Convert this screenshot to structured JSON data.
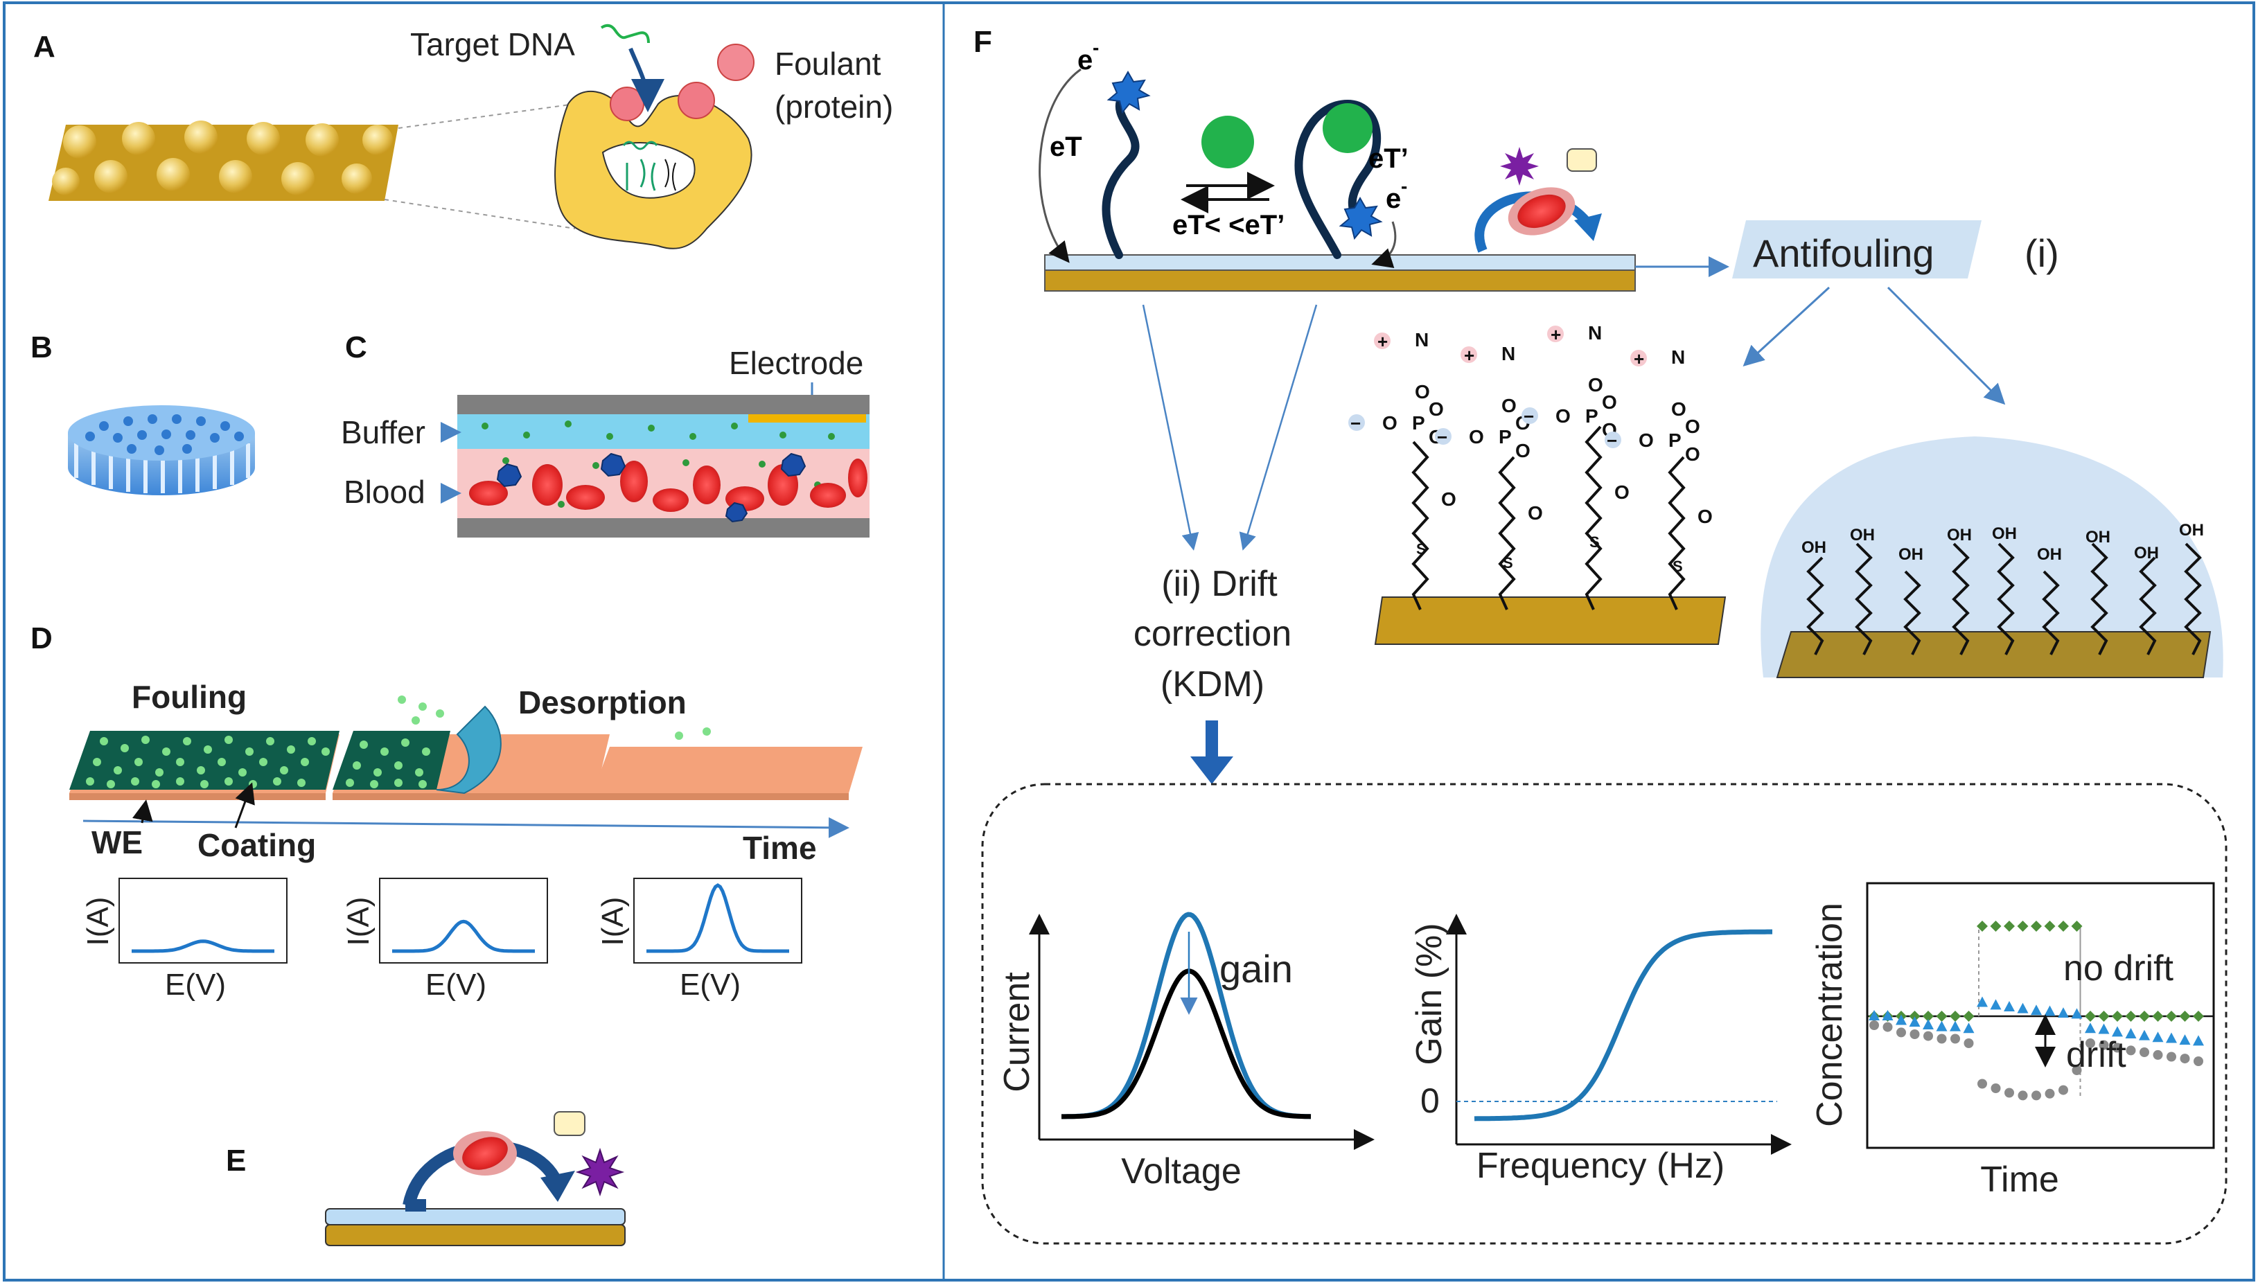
{
  "panels": {
    "A": {
      "letter": "A",
      "target_dna": "Target DNA",
      "foulant_line1": "Foulant",
      "foulant_line2": "(protein)"
    },
    "B": {
      "letter": "B"
    },
    "C": {
      "letter": "C",
      "electrode": "Electrode",
      "buffer": "Buffer",
      "blood": "Blood"
    },
    "D": {
      "letter": "D",
      "fouling": "Fouling",
      "desorption": "Desorption",
      "we": "WE",
      "coating": "Coating",
      "time": "Time",
      "ylabel": "I(A)",
      "xlabel": "E(V)",
      "peak_levels": [
        0.15,
        0.45,
        1.0
      ]
    },
    "E": {
      "letter": "E"
    },
    "F": {
      "letter": "F",
      "e_minus": "e",
      "superscript_minus": "-",
      "eT": "eT",
      "eT_prime": "eT’",
      "eT_relation": "eT< <eT’",
      "antifouling": "Antifouling",
      "antifouling_tag": "(i)",
      "drift_line1": "(ii) Drift",
      "drift_line2": "correction",
      "drift_line3": "(KDM)",
      "oh": "OH",
      "n": "N",
      "o": "O",
      "p": "P",
      "s": "S",
      "plus": "+",
      "minus": "−"
    }
  },
  "chart_data": [
    {
      "type": "line",
      "xlabel": "Voltage",
      "ylabel": "Current",
      "annotation": "gain",
      "series": [
        {
          "color": "#1f77b4",
          "peak": 1.0
        },
        {
          "color": "#000000",
          "peak": 0.72
        }
      ]
    },
    {
      "type": "line",
      "xlabel": "Frequency (Hz)",
      "ylabel": "Gain (%)",
      "ytick_label": "0",
      "series": [
        {
          "color": "#1f77b4",
          "shape": "sigmoid"
        }
      ]
    },
    {
      "type": "scatter",
      "xlabel": "Time",
      "ylabel": "Concentration",
      "annotations": [
        "no drift",
        "drift"
      ],
      "series": [
        {
          "color": "#4d8f3a",
          "marker": "diamond",
          "values": [
            0,
            0,
            0,
            0,
            0,
            0,
            0,
            0,
            1,
            1,
            1,
            1,
            1,
            1,
            1,
            1,
            0,
            0,
            0,
            0,
            0,
            0,
            0,
            0,
            0
          ]
        },
        {
          "color": "#2b8fd6",
          "marker": "triangle",
          "values": [
            0,
            0,
            -0.05,
            -0.07,
            -0.1,
            -0.12,
            -0.12,
            -0.14,
            0.15,
            0.12,
            0.1,
            0.08,
            0.06,
            0.05,
            0.03,
            0.02,
            -0.14,
            -0.15,
            -0.18,
            -0.2,
            -0.22,
            -0.24,
            -0.25,
            -0.27,
            -0.28
          ]
        },
        {
          "color": "#8a8a8a",
          "marker": "circle",
          "values": [
            -0.1,
            -0.12,
            -0.18,
            -0.2,
            -0.22,
            -0.25,
            -0.25,
            -0.3,
            -0.75,
            -0.8,
            -0.85,
            -0.88,
            -0.88,
            -0.86,
            -0.82,
            -0.6,
            -0.3,
            -0.32,
            -0.35,
            -0.38,
            -0.4,
            -0.43,
            -0.45,
            -0.47,
            -0.5
          ]
        }
      ]
    }
  ],
  "colors": {
    "gold": "#c89a1e",
    "border": "#2e75b6",
    "blue_line": "#1a73c9",
    "arrow": "#4a84c4",
    "red_cell": "#e23b3b",
    "green": "#22b24c",
    "dark_navy": "#0e2a4a"
  }
}
